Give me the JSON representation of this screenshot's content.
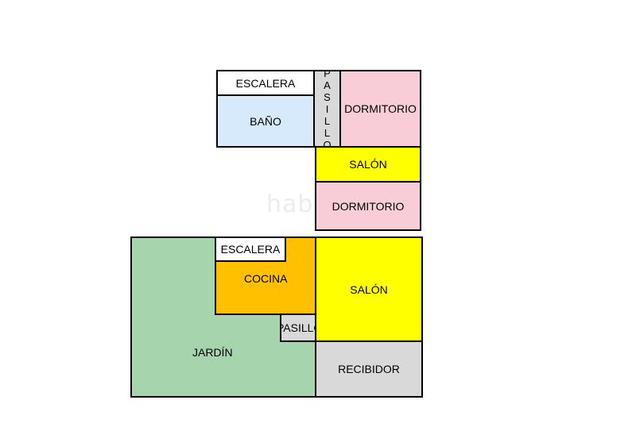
{
  "colors": {
    "bano": "#d6eafb",
    "dormitorio": "#f8cdd8",
    "salon": "#ffff00",
    "cocina": "#ffc000",
    "jardin": "#a6d5ad",
    "recibidor": "#d9d9d9",
    "pasillo": "#d9d9d9",
    "escalera": "#ffffff",
    "wall": "#000000"
  },
  "upper_floor": {
    "escalera": "ESCALERA",
    "bano": "BAÑO",
    "pasillo_letters": [
      "P",
      "A",
      "S",
      "I",
      "L",
      "L",
      "O"
    ],
    "dormitorio_1": "DORMITORIO",
    "salon": "SALÓN",
    "dormitorio_2": "DORMITORIO"
  },
  "lower_floor": {
    "escalera": "ESCALERA",
    "cocina": "COCINA",
    "salon": "SALÓN",
    "pasillo": "PASILLO",
    "jardin": "JARDÍN",
    "recibidor": "RECIBIDOR"
  },
  "watermark": "habitaclia"
}
